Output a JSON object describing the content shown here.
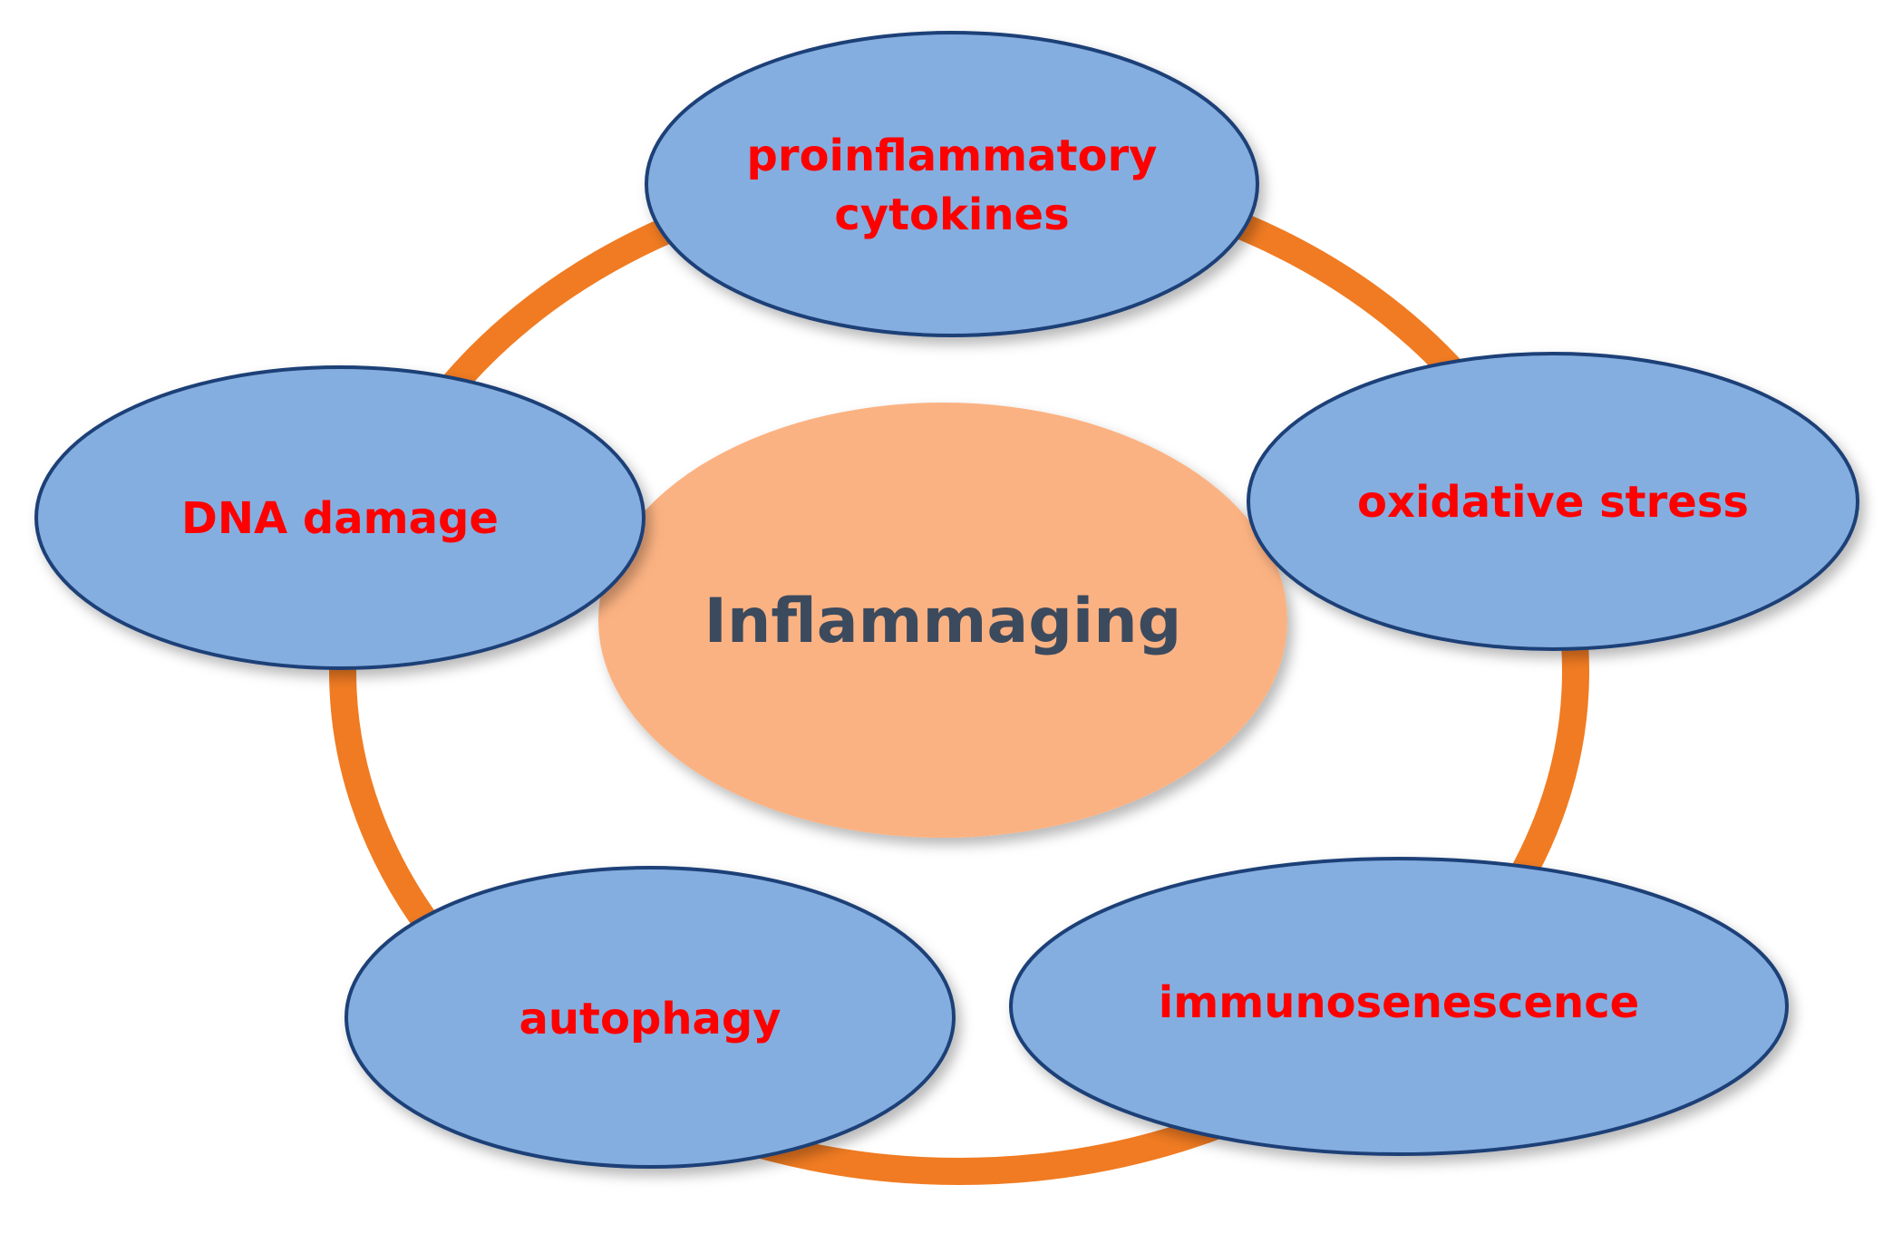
{
  "colors": {
    "ring": "#f07b22",
    "node_fill": "#85aee0",
    "node_stroke": "#1f3f77",
    "node_text": "#ff0000",
    "center_fill": "#fbb282",
    "center_text": "#3c4a5e",
    "background": "#ffffff"
  },
  "center": {
    "label": "Inflammaging"
  },
  "nodes": [
    {
      "id": "proinflammatory-cytokines",
      "lines": [
        "proinflammatory",
        "cytokines"
      ]
    },
    {
      "id": "oxidative-stress",
      "lines": [
        "oxidative stress"
      ]
    },
    {
      "id": "immunosenescence",
      "lines": [
        "immunosenescence"
      ]
    },
    {
      "id": "autophagy",
      "lines": [
        "autophagy"
      ]
    },
    {
      "id": "dna-damage",
      "lines": [
        "DNA damage"
      ]
    }
  ]
}
